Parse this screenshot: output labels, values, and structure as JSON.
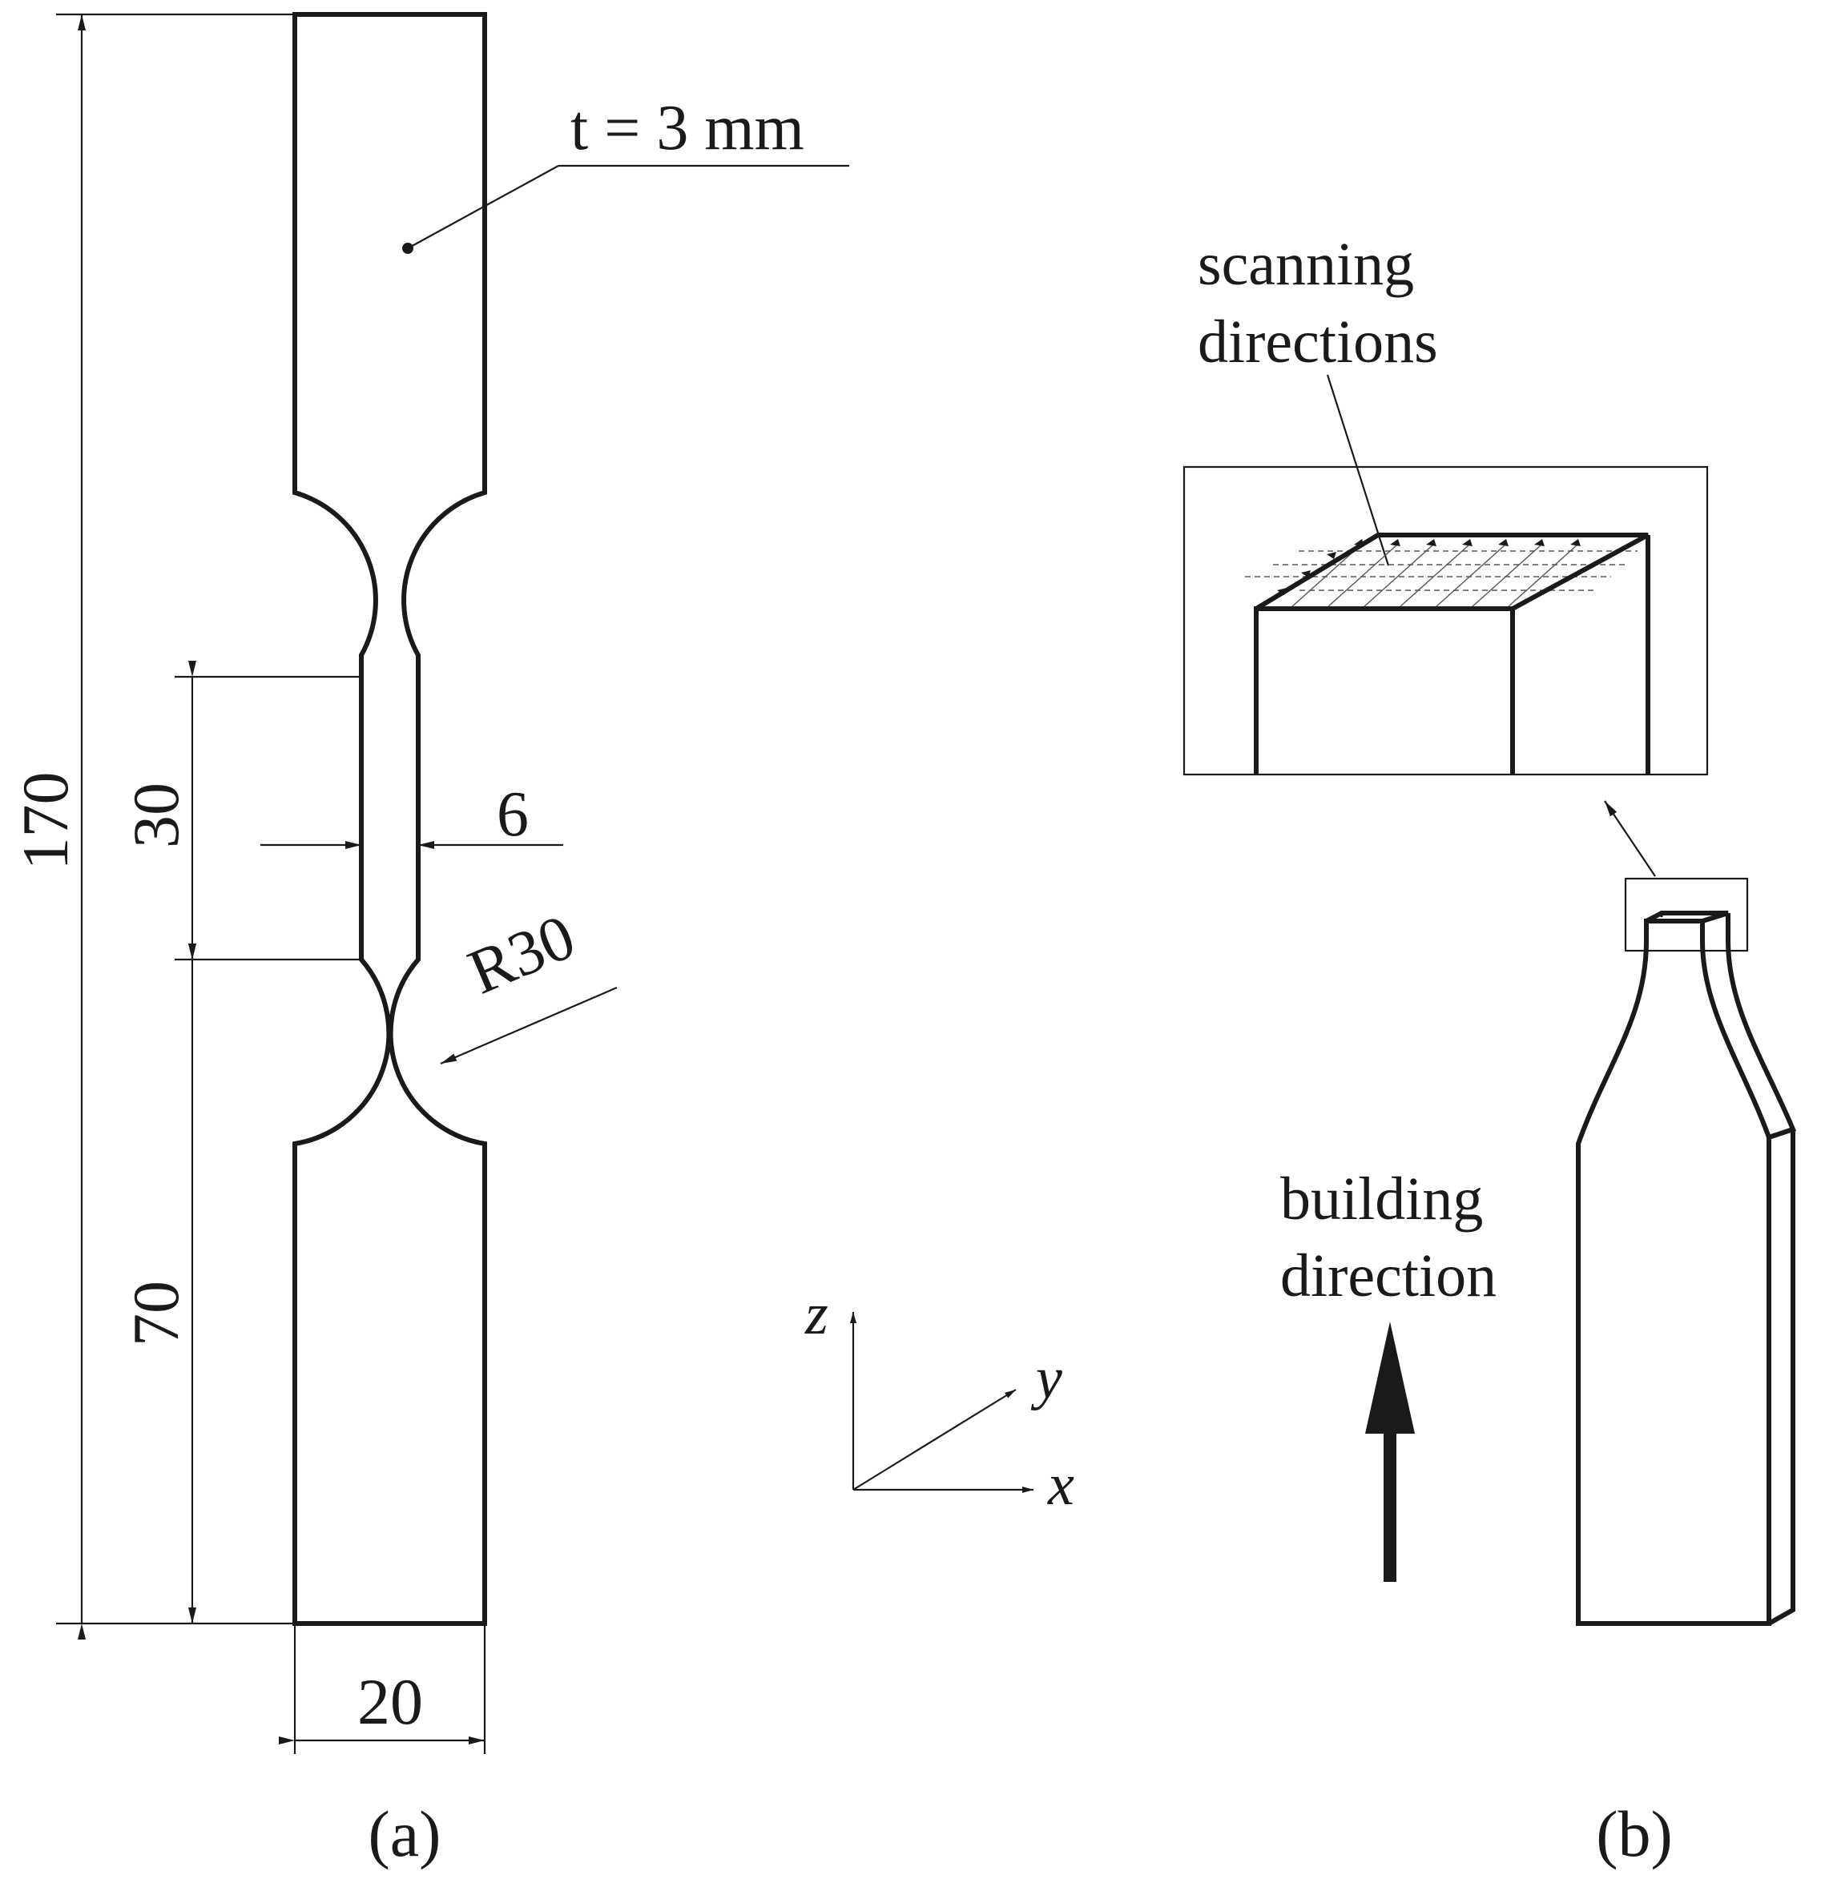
{
  "part_a": {
    "thickness_label": "t = 3 mm",
    "dimensions": {
      "overall_length": "170",
      "gauge_length": "30",
      "gauge_width": "6",
      "fillet_radius": "R30",
      "shoulder_length": "70",
      "grip_width": "20"
    },
    "caption": "(a)"
  },
  "axes": {
    "z_label": "z",
    "y_label": "y",
    "x_label": "x"
  },
  "part_b": {
    "scanning_line1": "scanning",
    "scanning_line2": "directions",
    "building_line1": "building",
    "building_line2": "direction",
    "caption": "(b)"
  }
}
